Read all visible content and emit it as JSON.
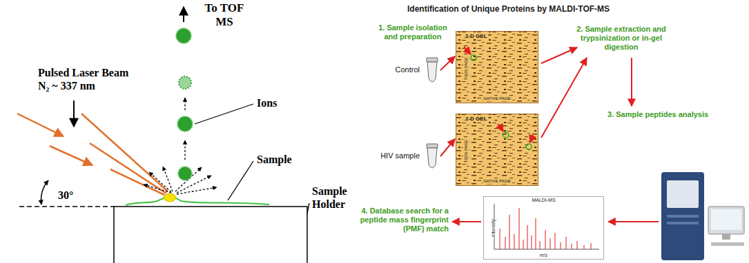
{
  "diagram": {
    "title": "Identification of Unique Proteins by MALDI-TOF-MS",
    "nodes": [
      {
        "text": [
          "Control"
        ]
      },
      {
        "text": [
          "HIV sample"
        ]
      },
      {
        "text": [
          "2-D GEL",
          "SDS PAGE",
          "NATIVE PAGE"
        ]
      },
      {
        "text": [
          "2-D GEL",
          "SDS PAGE",
          "NATIVE PAGE"
        ]
      },
      {
        "text": [
          "MALDI-MS",
          "Intensity",
          "m/z"
        ]
      }
    ],
    "edges": [
      {
        "from": 0,
        "to": 2,
        "arrow": "to"
      },
      {
        "from": 1,
        "to": 3,
        "arrow": "to"
      }
    ],
    "labels": [
      "Pulsed Laser Beam N₂ ~ 337 nm",
      "30°",
      "To TOF MS",
      "Ions",
      "Sample",
      "Sample Holder",
      "1. Sample isolation and preparation",
      "2. Sample extraction and trypsinization or in-gel digestion",
      "3. Sample peptides analysis",
      "4. Database search for a peptide mass fingerprint (PMF) match"
    ]
  }
}
